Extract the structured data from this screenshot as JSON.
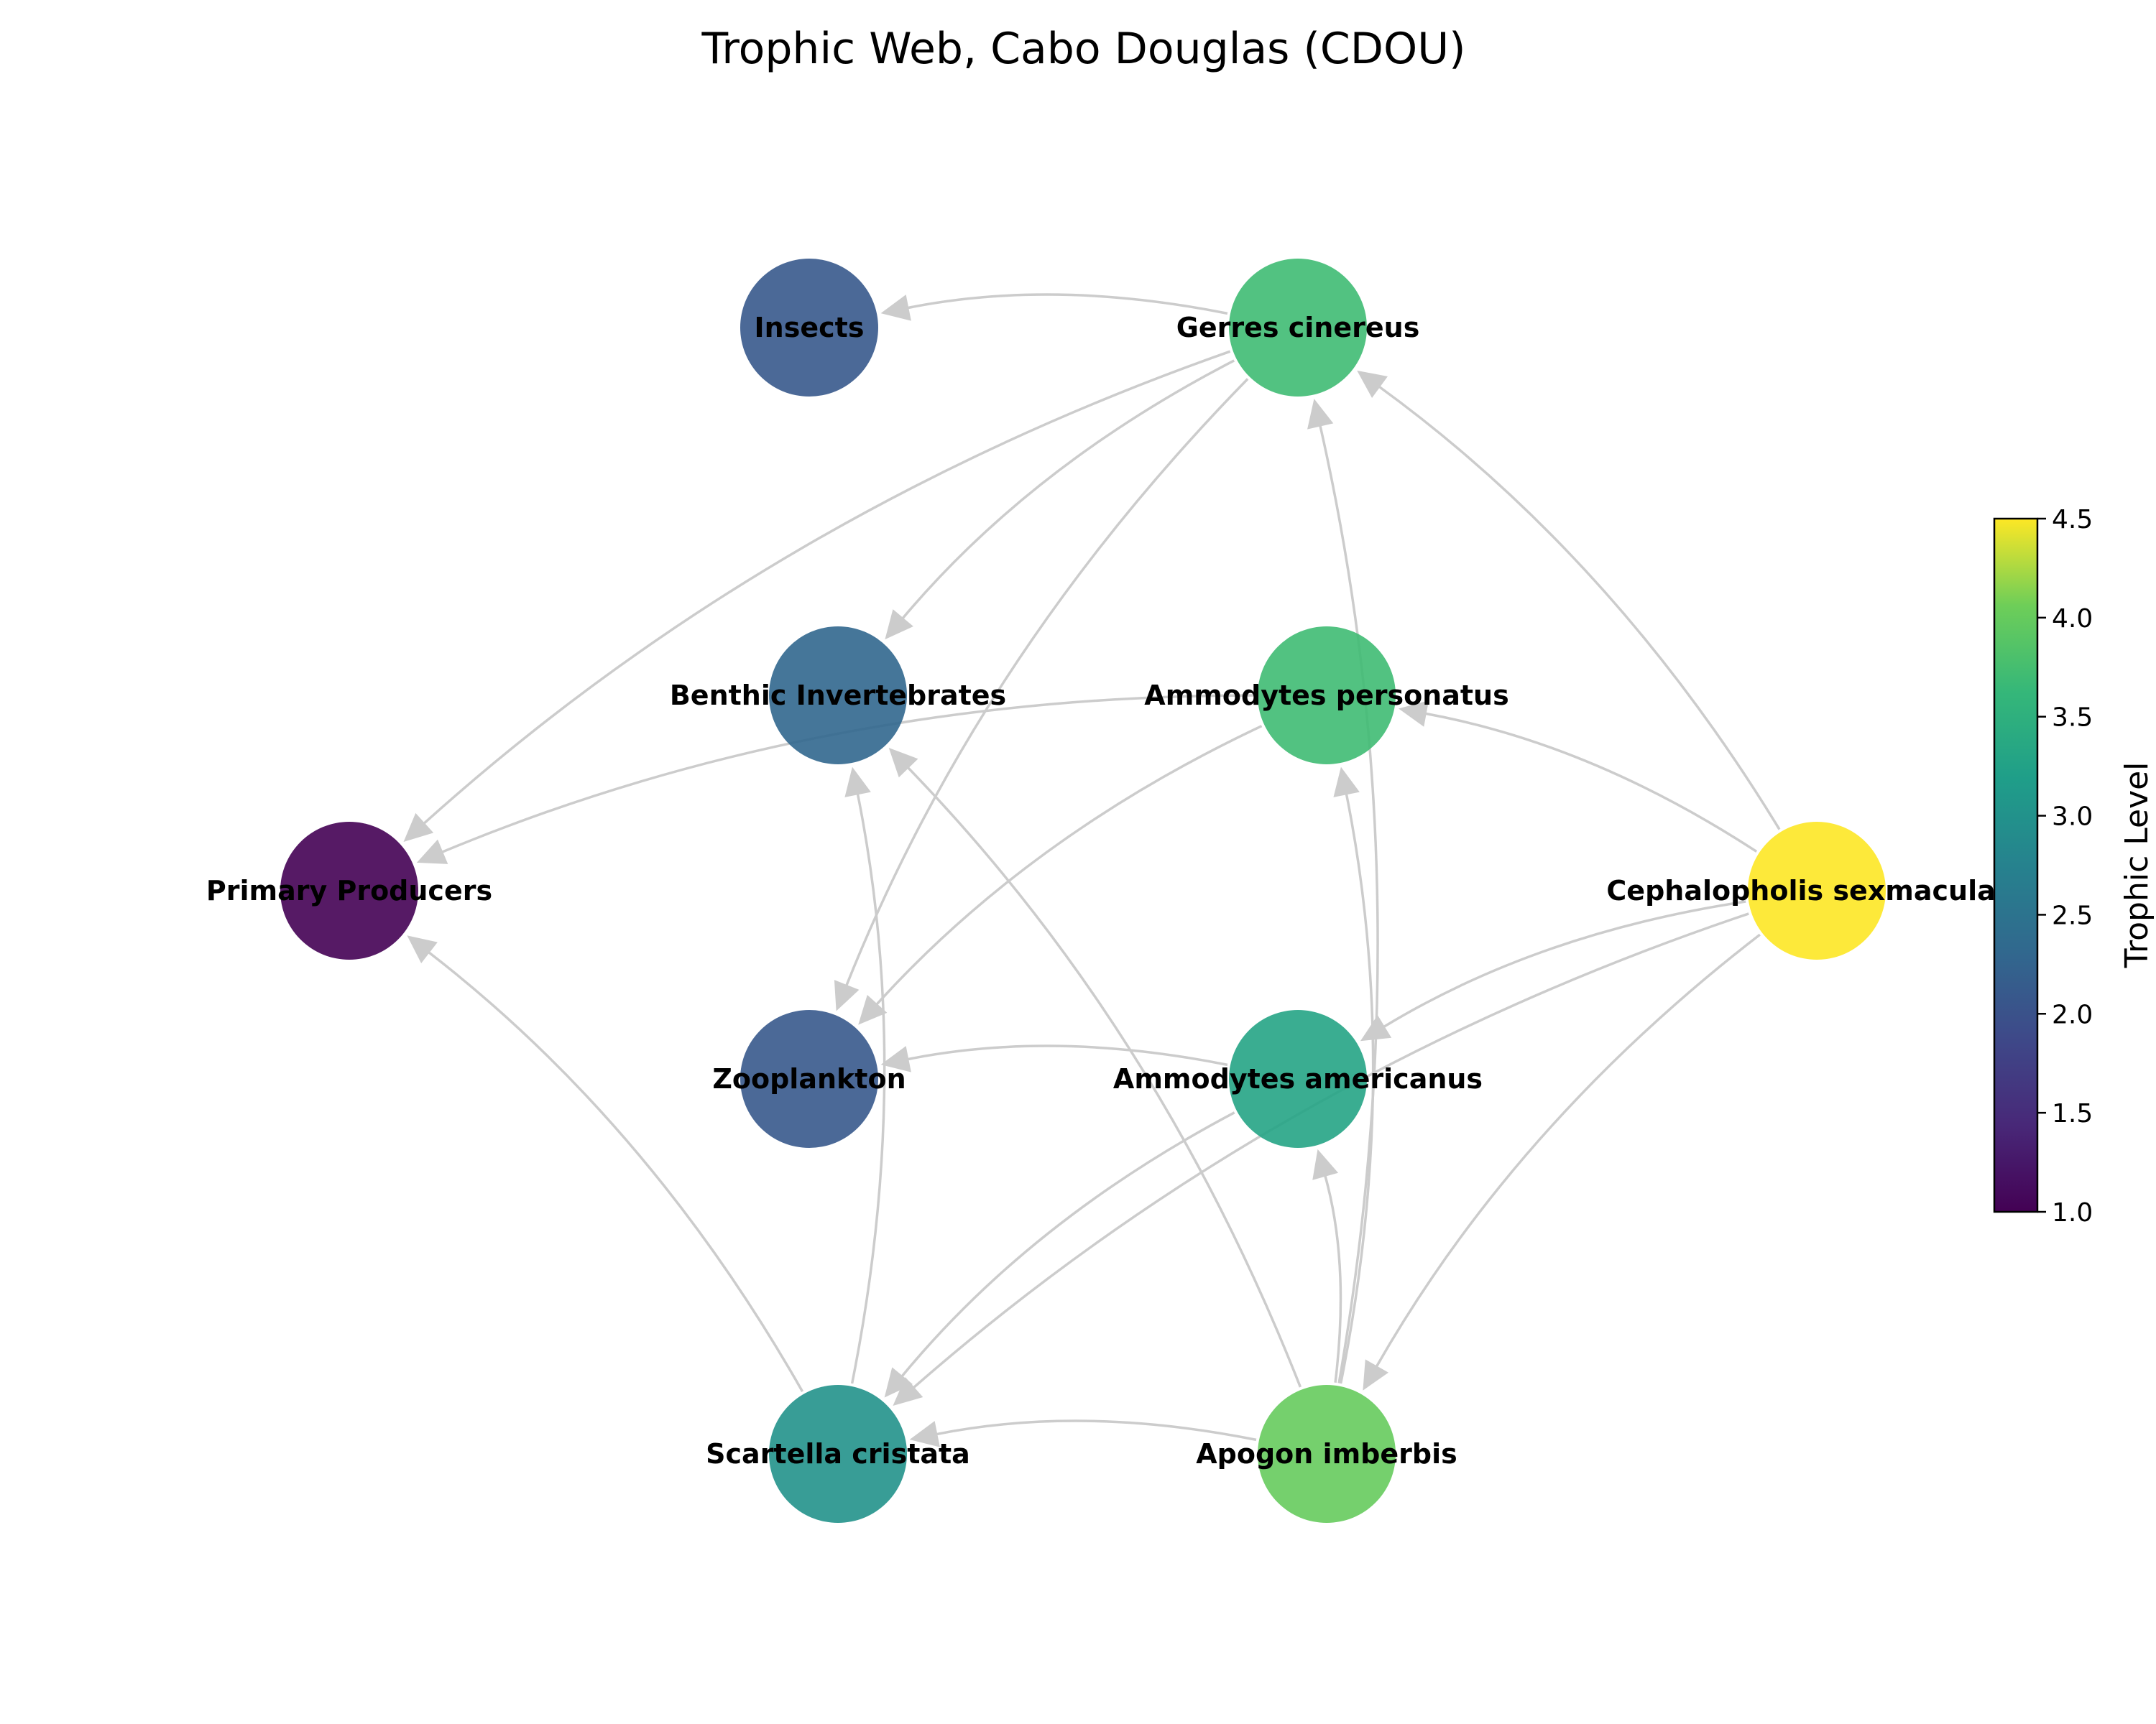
{
  "title": "Trophic Web, Cabo Douglas (CDOU)",
  "colorbar": {
    "label": "Trophic Level",
    "min": 1.0,
    "max": 4.5,
    "ticks": [
      "1.0",
      "1.5",
      "2.0",
      "2.5",
      "3.0",
      "3.5",
      "4.0",
      "4.5"
    ]
  },
  "nodes": [
    {
      "id": "primary",
      "label": "Primary Producers",
      "trophic_level": 1.0
    },
    {
      "id": "insects",
      "label": "Insects",
      "trophic_level": 2.1
    },
    {
      "id": "benthic",
      "label": "Benthic Invertebrates",
      "trophic_level": 2.3
    },
    {
      "id": "zooplankton",
      "label": "Zooplankton",
      "trophic_level": 2.1
    },
    {
      "id": "scartella",
      "label": "Scartella cristata",
      "trophic_level": 3.0
    },
    {
      "id": "gerres",
      "label": "Gerres cinereus",
      "trophic_level": 3.7
    },
    {
      "id": "amm_pers",
      "label": "Ammodytes personatus",
      "trophic_level": 3.7
    },
    {
      "id": "amm_amer",
      "label": "Ammodytes americanus",
      "trophic_level": 3.3
    },
    {
      "id": "apogon",
      "label": "Apogon imberbis",
      "trophic_level": 4.0
    },
    {
      "id": "cephalopholis",
      "label": "Cephalopholis sexmaculata",
      "trophic_level": 4.5
    }
  ],
  "edges": [
    {
      "from": "gerres",
      "to": "insects"
    },
    {
      "from": "gerres",
      "to": "primary"
    },
    {
      "from": "gerres",
      "to": "benthic"
    },
    {
      "from": "gerres",
      "to": "zooplankton"
    },
    {
      "from": "amm_pers",
      "to": "primary"
    },
    {
      "from": "amm_pers",
      "to": "zooplankton"
    },
    {
      "from": "amm_amer",
      "to": "zooplankton"
    },
    {
      "from": "amm_amer",
      "to": "scartella"
    },
    {
      "from": "scartella",
      "to": "primary"
    },
    {
      "from": "scartella",
      "to": "benthic"
    },
    {
      "from": "apogon",
      "to": "scartella"
    },
    {
      "from": "apogon",
      "to": "benthic"
    },
    {
      "from": "apogon",
      "to": "amm_amer"
    },
    {
      "from": "apogon",
      "to": "amm_pers"
    },
    {
      "from": "apogon",
      "to": "gerres"
    },
    {
      "from": "cephalopholis",
      "to": "gerres"
    },
    {
      "from": "cephalopholis",
      "to": "amm_pers"
    },
    {
      "from": "cephalopholis",
      "to": "amm_amer"
    },
    {
      "from": "cephalopholis",
      "to": "apogon"
    },
    {
      "from": "cephalopholis",
      "to": "scartella"
    }
  ]
}
